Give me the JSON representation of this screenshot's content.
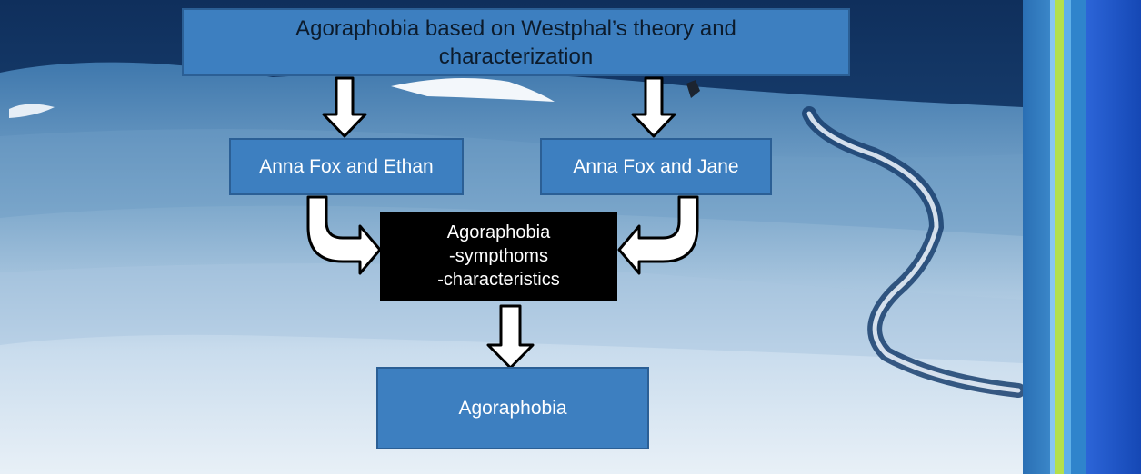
{
  "diagram": {
    "top_box": {
      "line1": "Agoraphobia based on Westphal’s theory and",
      "line2": "characterization"
    },
    "left_box": "Anna Fox and Ethan",
    "right_box": "Anna Fox and Jane",
    "center_box": {
      "line1": "Agoraphobia",
      "line2": "-sympthoms",
      "line3": "-characteristics"
    },
    "bottom_box": "Agoraphobia"
  },
  "colors": {
    "box_blue": "#3d7fc0",
    "box_black": "#000000",
    "arrow_fill": "#ffffff",
    "arrow_stroke": "#000000",
    "sidebar_lime": "#b4e04a",
    "sidebar_blue": "#1f56c8"
  }
}
